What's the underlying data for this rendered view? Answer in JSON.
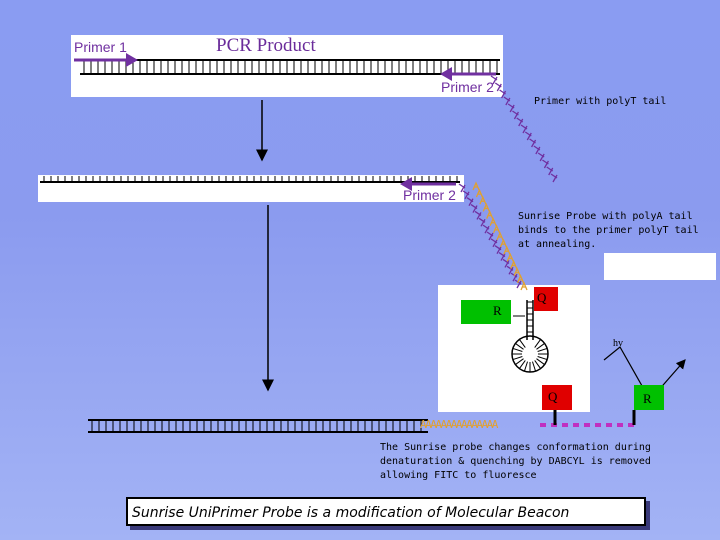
{
  "top_panel": {
    "primer1": "Primer 1",
    "title": "PCR Product",
    "primer2": "Primer 2"
  },
  "poly_t_label": "Primer with polyT tail",
  "middle_panel": {
    "primer2": "Primer 2"
  },
  "probe_binding_note": "Sunrise Probe with polyA tail\nbinds to the primer polyT tail\nat annealing.",
  "probe": {
    "reporter": "R",
    "quencher": "Q",
    "hv": "hv"
  },
  "bottom": {
    "quencher": "Q",
    "reporter": "R",
    "polyA": "AAAAAAAAAAAAAAA"
  },
  "conformation_note": "The Sunrise probe changes conformation during\ndenaturation & quenching by DABCYL is removed\nallowing FITC to fluoresce",
  "caption": "Sunrise UniPrimer Probe is a modification of Molecular Beacon",
  "colors": {
    "primer": "#7030a0",
    "polyA": "#e0a030",
    "reporter_box": "#00c000",
    "quencher_box": "#e00000",
    "linker": "#c030c0"
  }
}
